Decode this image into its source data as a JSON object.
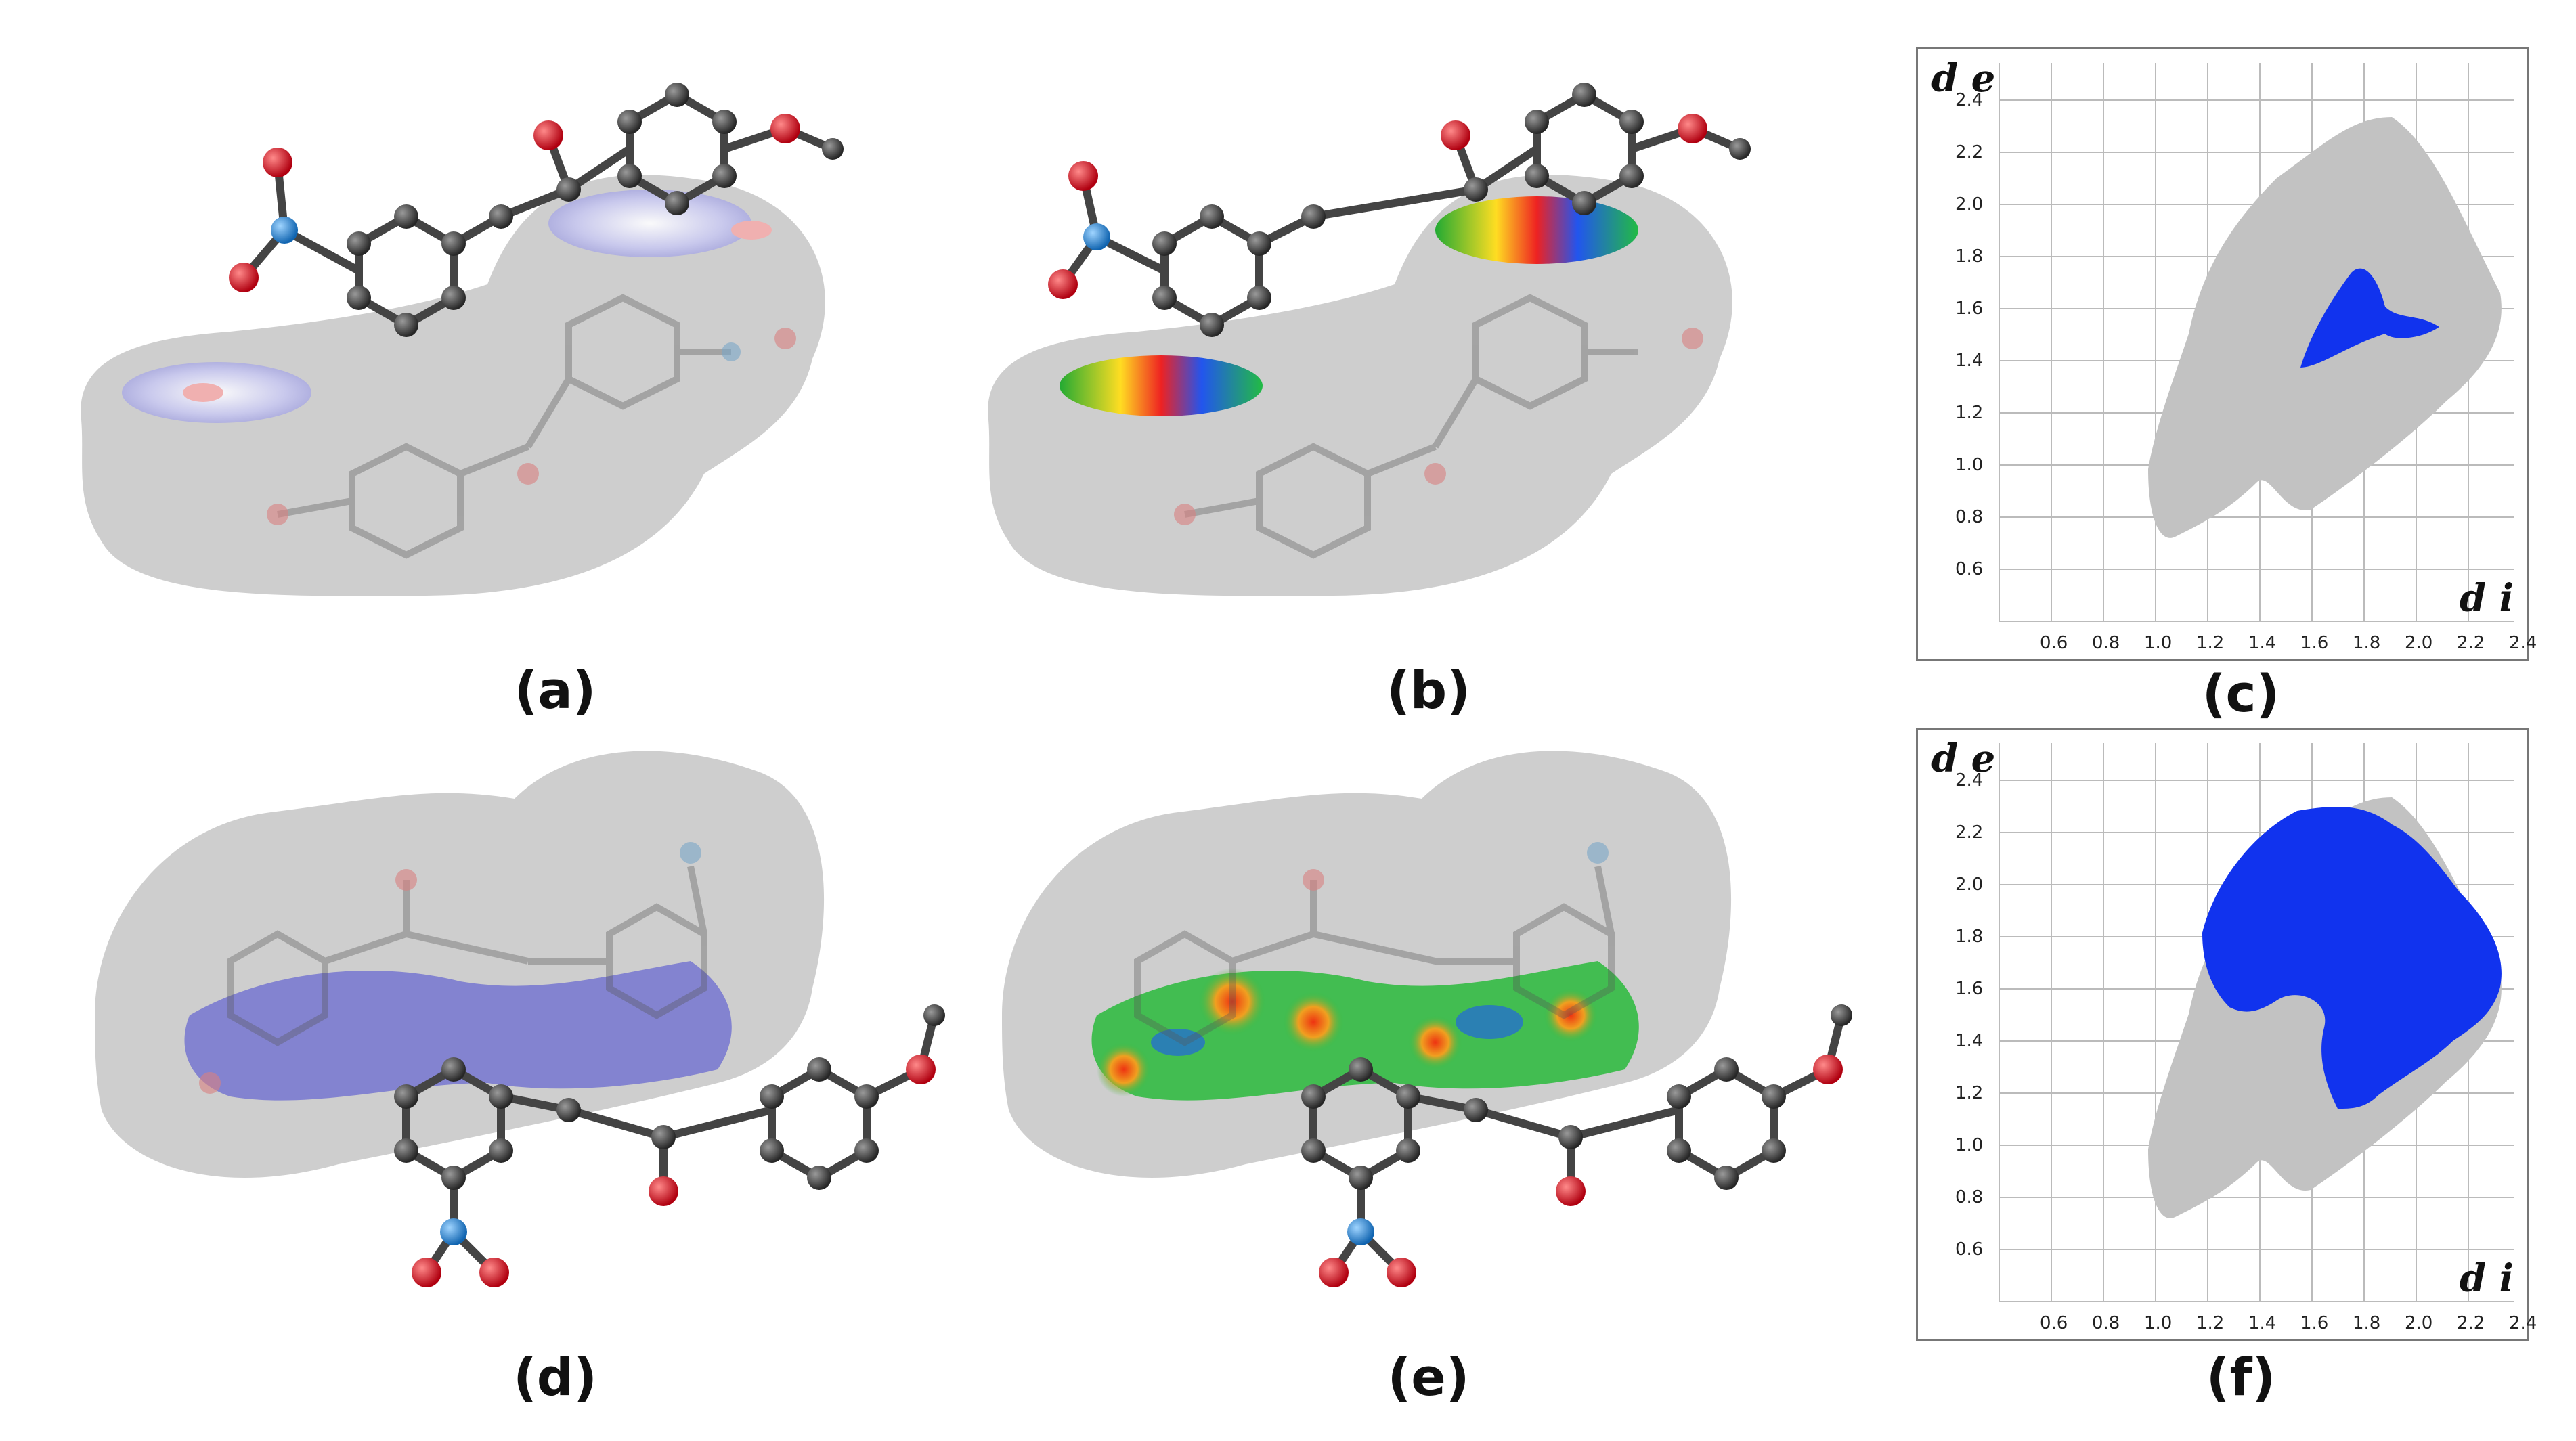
{
  "panels": [
    {
      "id": "a",
      "caption": "(a)"
    },
    {
      "id": "b",
      "caption": "(b)"
    },
    {
      "id": "c",
      "caption": "(c)"
    },
    {
      "id": "d",
      "caption": "(d)"
    },
    {
      "id": "e",
      "caption": "(e)"
    },
    {
      "id": "f",
      "caption": "(f)"
    }
  ],
  "fingerprint": {
    "y_label": "d e",
    "x_label": "d i",
    "y_ticks": [
      "0.6",
      "0.8",
      "1.0",
      "1.2",
      "1.4",
      "1.6",
      "1.8",
      "2.0",
      "2.2",
      "2.4"
    ],
    "x_ticks": [
      "0.6",
      "0.8",
      "1.0",
      "1.2",
      "1.4",
      "1.6",
      "1.8",
      "2.0",
      "2.2",
      "2.4"
    ],
    "colors": {
      "full_fingerprint": "#c2c2c2",
      "highlight": "#1133ee",
      "grid": "#bbbbbb"
    }
  },
  "atom_colors": {
    "carbon": "#3a3a3a",
    "oxygen": "#e0101a",
    "nitrogen": "#2288dd",
    "hydrogen": "#e8e8d8"
  },
  "surface_colors": {
    "hirshfeld": "#bdbdbd",
    "dnorm_tint": "#7070d8",
    "shape_index": "#22bb44"
  }
}
